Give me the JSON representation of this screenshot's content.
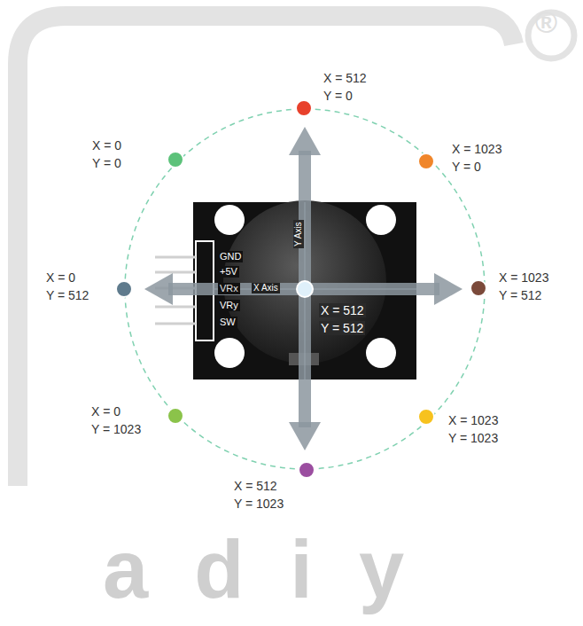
{
  "diagram": {
    "labels": [
      "X = 512",
      "Y = 0",
      "X = 0",
      "Y = 0",
      "X = 1023",
      "Y = 0",
      "X = 0",
      "Y = 512",
      "X = 1023",
      "Y = 512",
      "X = 0",
      "Y = 1023",
      "X = 1023",
      "Y = 1023",
      "X = 512",
      "Y = 1023",
      "X = 512",
      "Y = 512",
      "GND",
      "+5V",
      "VRx",
      "VRy",
      "SW",
      "X Axis",
      "Y Axis",
      "adiy",
      "®"
    ]
  }
}
